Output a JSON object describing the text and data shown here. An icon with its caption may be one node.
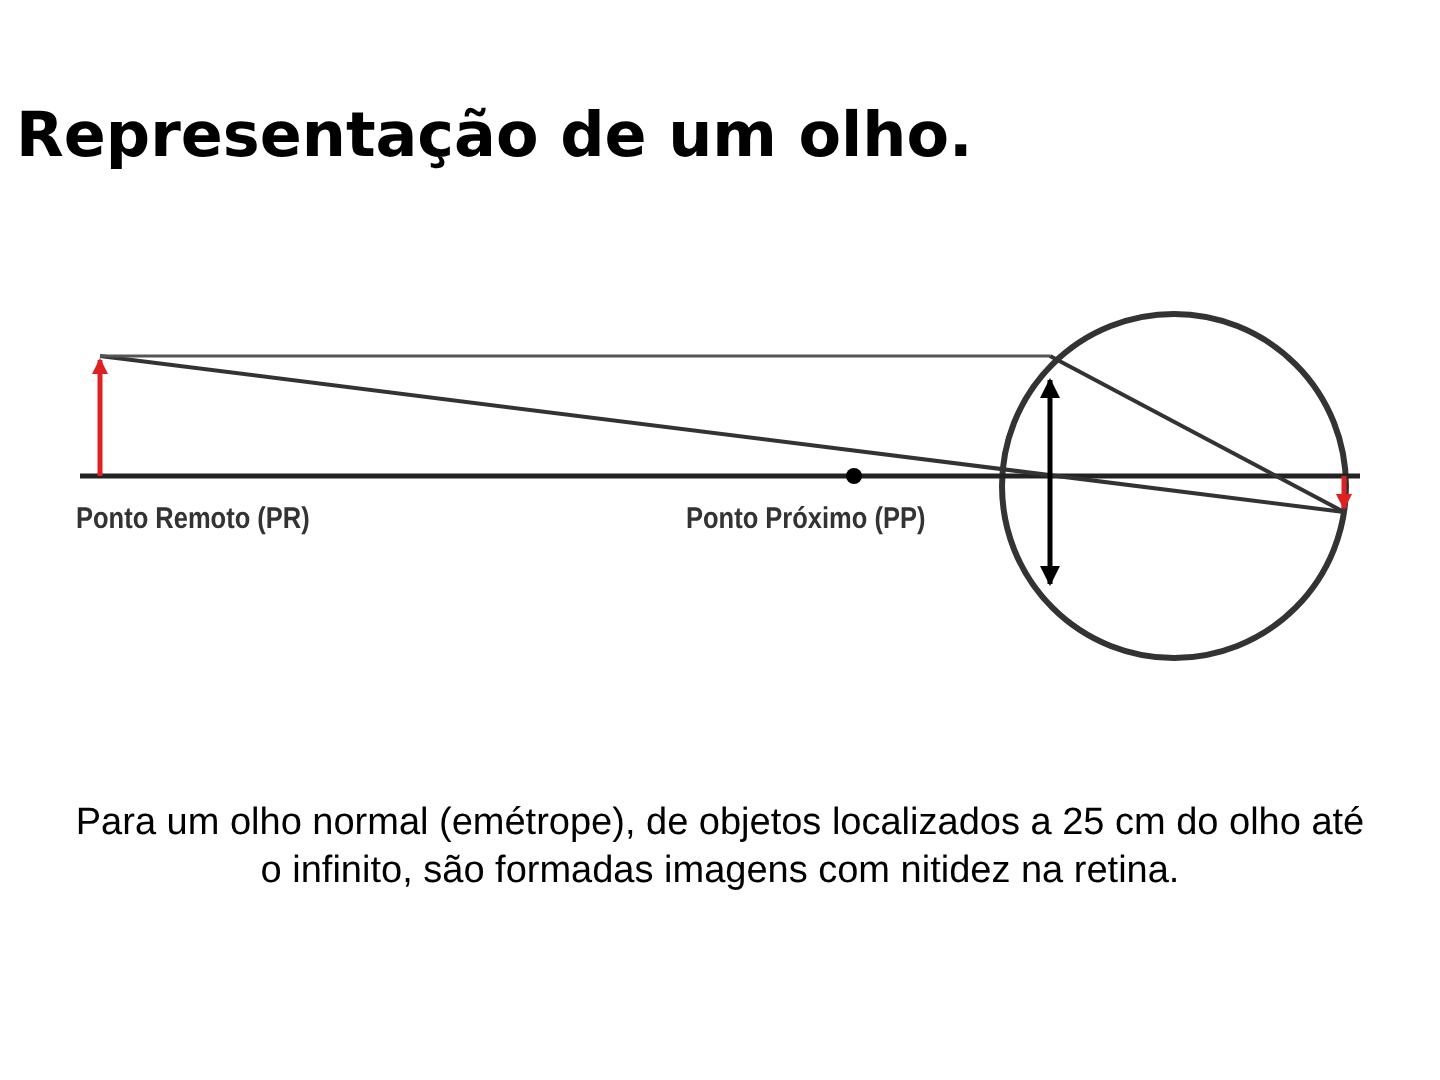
{
  "diagram": {
    "title": "Representação de um olho.",
    "caption": "Para um olho normal (emétrope), de objetos localizados a 25 cm do olho até o infinito, são formadas imagens com nitidez na retina.",
    "labels": [
      "Ponto Remoto (PR)",
      "Ponto Próximo (PP)"
    ]
  }
}
